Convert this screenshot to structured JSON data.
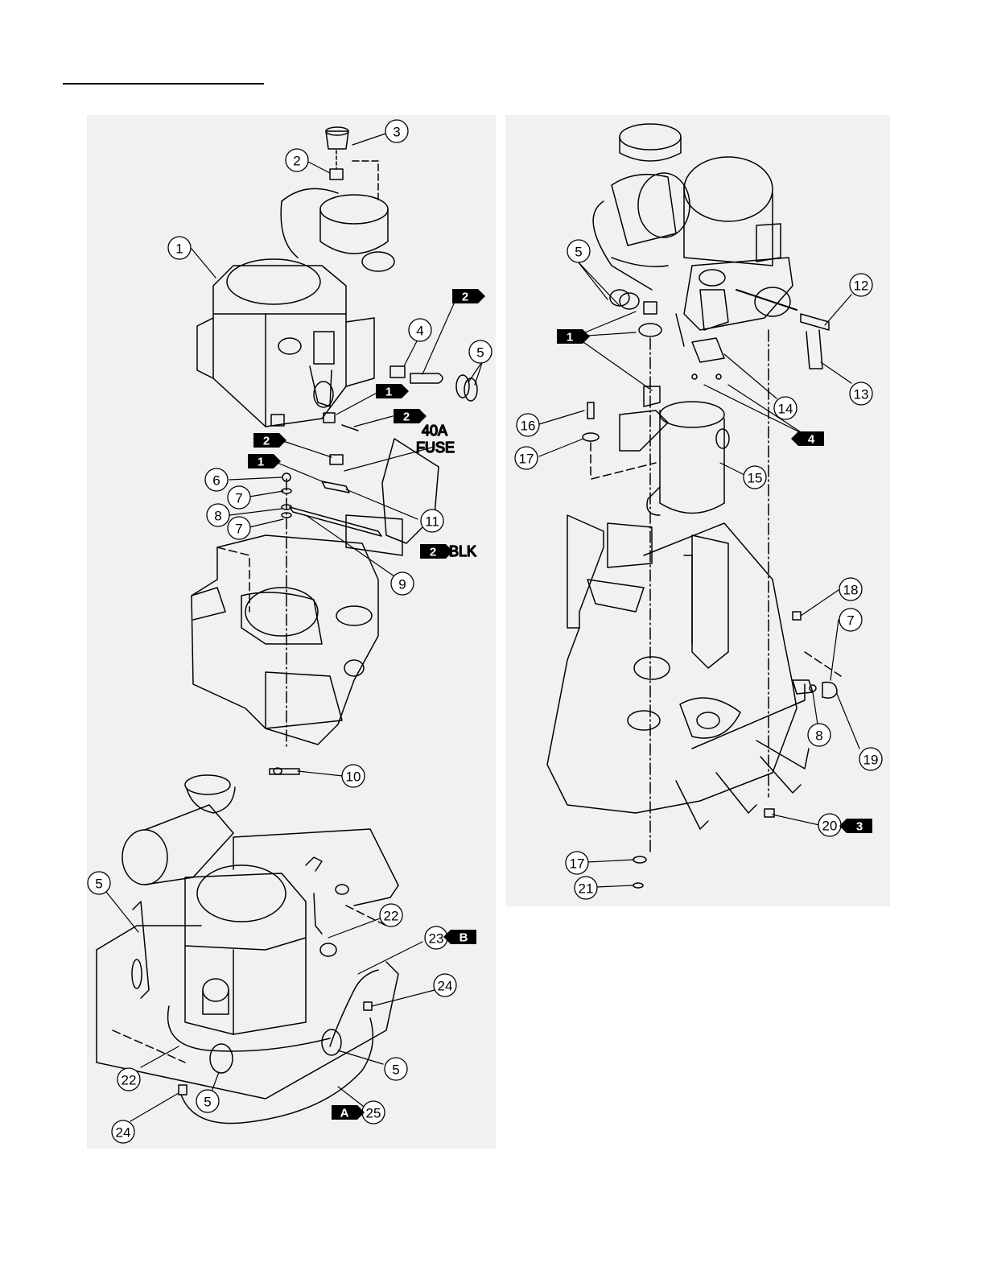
{
  "page": {
    "title": ""
  },
  "colors": {
    "background": "#f1f1f1",
    "line": "#000000",
    "tag_fill": "#000000",
    "tag_text": "#ffffff"
  },
  "callouts": [
    {
      "label": "3"
    },
    {
      "label": "2"
    },
    {
      "label": "1"
    },
    {
      "label": "4"
    },
    {
      "label": "5"
    },
    {
      "label": "6"
    },
    {
      "label": "7"
    },
    {
      "label": "8"
    },
    {
      "label": "7"
    },
    {
      "label": "11"
    },
    {
      "label": "9"
    },
    {
      "label": "10"
    },
    {
      "label": "5"
    },
    {
      "label": "12"
    },
    {
      "label": "13"
    },
    {
      "label": "14"
    },
    {
      "label": "16"
    },
    {
      "label": "17"
    },
    {
      "label": "15"
    },
    {
      "label": "18"
    },
    {
      "label": "7"
    },
    {
      "label": "8"
    },
    {
      "label": "19"
    },
    {
      "label": "20"
    },
    {
      "label": "17"
    },
    {
      "label": "21"
    },
    {
      "label": "5"
    },
    {
      "label": "22"
    },
    {
      "label": "23"
    },
    {
      "label": "24"
    },
    {
      "label": "22"
    },
    {
      "label": "5"
    },
    {
      "label": "5"
    },
    {
      "label": "25"
    },
    {
      "label": "24"
    }
  ],
  "tags": [
    {
      "label": "2"
    },
    {
      "label": "1"
    },
    {
      "label": "2"
    },
    {
      "label": "2"
    },
    {
      "label": "1"
    },
    {
      "label": "2"
    },
    {
      "label": "1"
    },
    {
      "label": "4"
    },
    {
      "label": "3"
    },
    {
      "label": "B"
    },
    {
      "label": "A"
    }
  ],
  "notes": {
    "fuse_line1": "40A",
    "fuse_line2": "FUSE",
    "blk": "BLK"
  }
}
